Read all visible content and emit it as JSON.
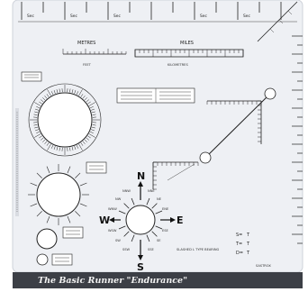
{
  "colors": {
    "plate": "#eef0f4",
    "ink": "#222222",
    "band": "#3c3f46",
    "band_text": "#f2f2f2"
  },
  "top_scale": {
    "labels": [
      "Sec",
      "Sec",
      "Sec",
      "Sec",
      "Sec"
    ]
  },
  "scale_titles": {
    "metric": "METRES",
    "miles": "MILES",
    "feet": "FEET",
    "kilometres": "KILOMETRES"
  },
  "compass": {
    "cardinals": {
      "north": "N",
      "south": "S",
      "east": "E",
      "west": "W"
    },
    "points": [
      "NNE",
      "NE",
      "ENE",
      "ESE",
      "SE",
      "SSE",
      "SSW",
      "SW",
      "WSW",
      "WNW",
      "NW",
      "NNW"
    ]
  },
  "corner_text": "SLASHED L TYPE BEARING",
  "formulas": {
    "line1_left": "S=",
    "line1_right": "T",
    "line2_left": "T=",
    "line2_right": "T",
    "line3_left": "D=",
    "line3_right": "T"
  },
  "brand_mark": "SASTROX",
  "footer": {
    "title": "The Basic Runner \"Endurance\""
  }
}
